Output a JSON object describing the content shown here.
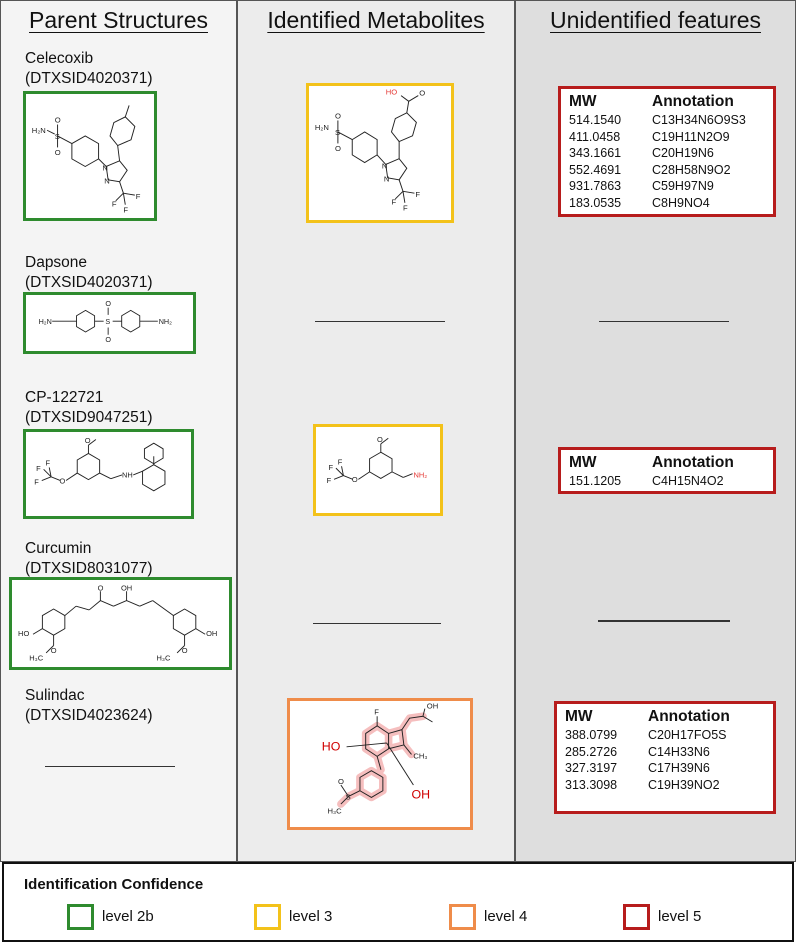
{
  "columns": {
    "parent": "Parent Structures",
    "identified": "Identified Metabolites",
    "unidentified": "Unidentified features"
  },
  "parents": [
    {
      "name": "Celecoxib",
      "id": "(DTXSID4020371)"
    },
    {
      "name": "Dapsone",
      "id": "(DTXSID4020371)"
    },
    {
      "name": "CP-122721",
      "id": "(DTXSID9047251)"
    },
    {
      "name": "Curcumin",
      "id": "(DTXSID8031077)"
    },
    {
      "name": "Sulindac",
      "id": "(DTXSID4023624)"
    }
  ],
  "structure_labels": {
    "h2n": "H₂N",
    "nh2": "NH₂",
    "nh2_red": "NH₂",
    "ho": "HO",
    "oh": "OH",
    "s": "S",
    "o": "O",
    "n": "N",
    "nh": "NH",
    "f": "F",
    "ch3": "CH₃",
    "h3c": "H₃C"
  },
  "tables": {
    "headers": {
      "mw": "MW",
      "annotation": "Annotation"
    },
    "celecoxib": [
      {
        "mw": "514.1540",
        "annotation": "C13H34N6O9S3"
      },
      {
        "mw": "411.0458",
        "annotation": "C19H11N2O9"
      },
      {
        "mw": "343.1661",
        "annotation": "C20H19N6"
      },
      {
        "mw": "552.4691",
        "annotation": "C28H58N9O2"
      },
      {
        "mw": "931.7863",
        "annotation": "C59H97N9"
      },
      {
        "mw": "183.0535",
        "annotation": "C8H9NO4"
      }
    ],
    "cp122721": [
      {
        "mw": "151.1205",
        "annotation": "C4H15N4O2"
      }
    ],
    "sulindac": [
      {
        "mw": "388.0799",
        "annotation": "C20H17FO5S"
      },
      {
        "mw": "285.2726",
        "annotation": "C14H33N6"
      },
      {
        "mw": "327.3197",
        "annotation": "C17H39N6"
      },
      {
        "mw": "313.3098",
        "annotation": "C19H39NO2"
      }
    ]
  },
  "legend": {
    "title": "Identification Confidence",
    "items": [
      {
        "label": "level 2b",
        "color": "#2e8b2e"
      },
      {
        "label": "level 3",
        "color": "#f3c21a"
      },
      {
        "label": "level 4",
        "color": "#ef8c4a"
      },
      {
        "label": "level 5",
        "color": "#b71c1c"
      }
    ]
  }
}
